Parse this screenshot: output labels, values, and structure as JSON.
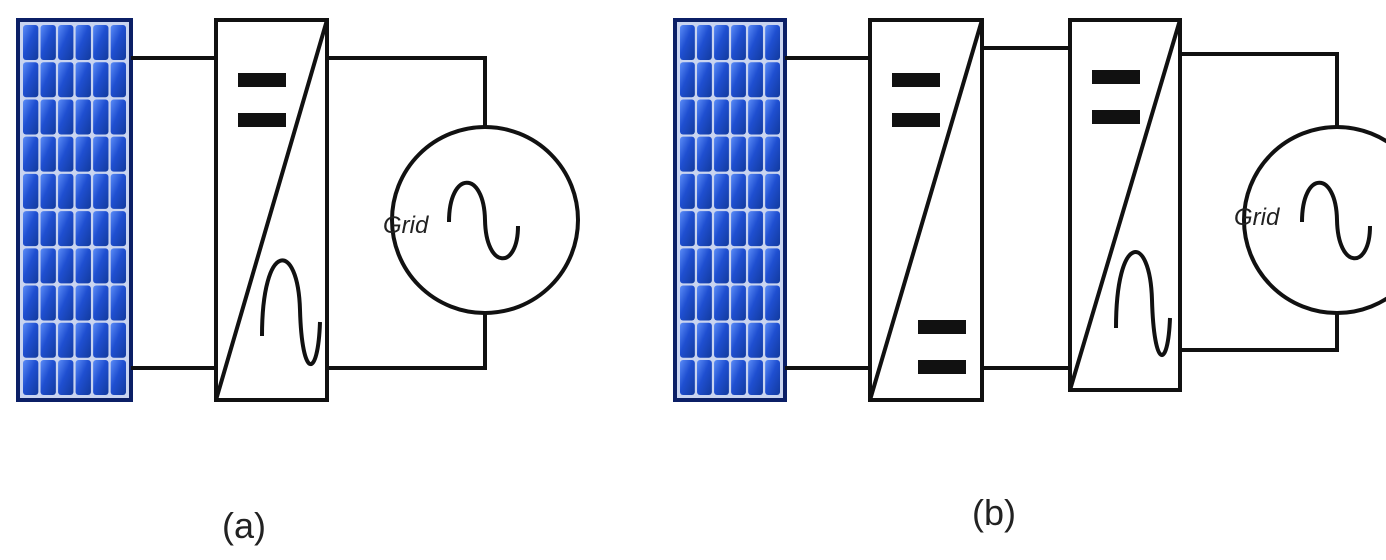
{
  "colors": {
    "wire": "#111111",
    "panel_cell": "#1f4fd1",
    "panel_cell_shine": "#4c7df0",
    "panel_frame": "#0b1f66",
    "panel_gap": "#c9d4f0"
  },
  "icons": {
    "solar_panel": "solar-panel-icon",
    "dc_dc_converter": "dc-dc-converter-icon",
    "dc_ac_inverter": "dc-ac-inverter-icon",
    "ac_grid_source": "ac-source-icon"
  },
  "diagram_a": {
    "grid_label": "Grid",
    "caption": "(a)"
  },
  "diagram_b": {
    "grid_label": "Grid",
    "caption": "(b)"
  }
}
